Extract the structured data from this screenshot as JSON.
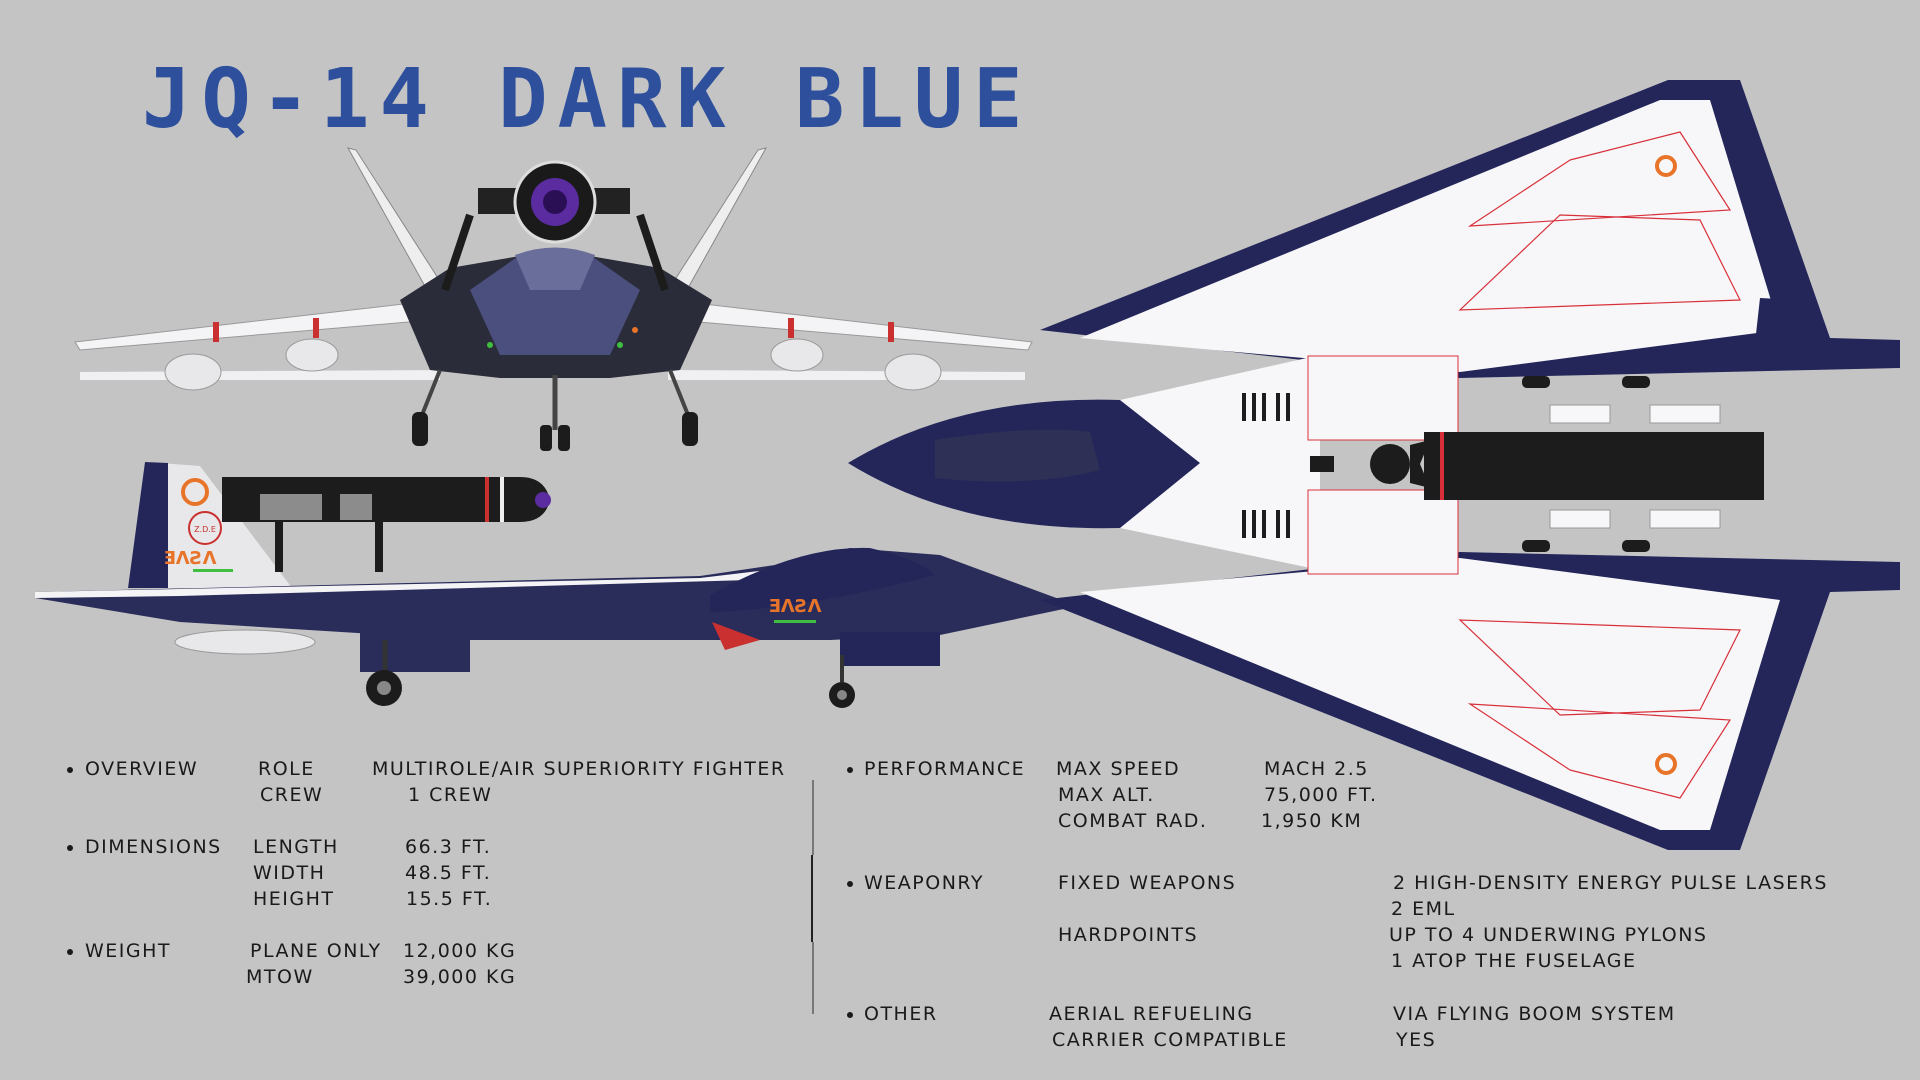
{
  "title": "JQ-14 DARK BLUE",
  "colors": {
    "background": "#c4c4c4",
    "title": "#2d4f9c",
    "airframe_dark": "#2e3155",
    "airframe_navy": "#24265a",
    "airframe_white": "#f7f7f9",
    "accent_red": "#d8303a",
    "accent_orange": "#e8742a",
    "accent_green": "#3fbf3f"
  },
  "livery_text": "ƎɅƧɅ",
  "emblem_text": "Z.D.E",
  "views": [
    "front-view",
    "side-view",
    "top-view"
  ],
  "specs": {
    "overview": {
      "label": "OVERVIEW",
      "role_label": "ROLE",
      "role_value": "MULTIROLE/AIR SUPERIORITY FIGHTER",
      "crew_label": "CREW",
      "crew_value": "1 CREW"
    },
    "dimensions": {
      "label": "DIMENSIONS",
      "length_label": "LENGTH",
      "length_value": "66.3 FT.",
      "width_label": "WIDTH",
      "width_value": "48.5 FT.",
      "height_label": "HEIGHT",
      "height_value": "15.5 FT."
    },
    "weight": {
      "label": "WEIGHT",
      "plane_label": "PLANE ONLY",
      "plane_value": "12,000 KG",
      "mtow_label": "MTOW",
      "mtow_value": "39,000 KG"
    },
    "performance": {
      "label": "PERFORMANCE",
      "speed_label": "MAX SPEED",
      "speed_value": "MACH 2.5",
      "alt_label": "MAX ALT.",
      "alt_value": "75,000 FT.",
      "radius_label": "COMBAT RAD.",
      "radius_value": "1,950 KM"
    },
    "weaponry": {
      "label": "WEAPONRY",
      "fixed_label": "FIXED WEAPONS",
      "fixed_value_1": "2 HIGH-DENSITY ENERGY PULSE LASERS",
      "fixed_value_2": "2 EML",
      "hardpoints_label": "HARDPOINTS",
      "hardpoints_value_1": "UP TO 4 UNDERWING PYLONS",
      "hardpoints_value_2": "1 ATOP THE FUSELAGE"
    },
    "other": {
      "label": "OTHER",
      "refuel_label": "AERIAL REFUELING",
      "refuel_value": "VIA FLYING BOOM SYSTEM",
      "carrier_label": "CARRIER COMPATIBLE",
      "carrier_value": "YES"
    }
  }
}
